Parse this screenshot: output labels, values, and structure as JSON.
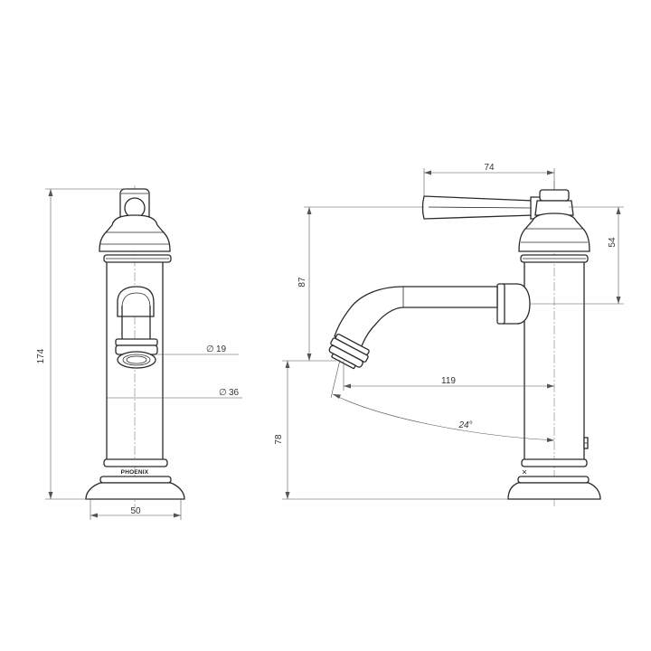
{
  "brand": "PHOENIX",
  "dimensions": {
    "total_height": "174",
    "base_width": "50",
    "aerator_diameter": "19",
    "body_diameter": "36",
    "handle_length": "74",
    "handle_height": "54",
    "spout_height": "87",
    "outlet_height": "78",
    "spout_reach": "119",
    "swivel_angle": "24°"
  },
  "symbols": {
    "diameter": "∅"
  }
}
